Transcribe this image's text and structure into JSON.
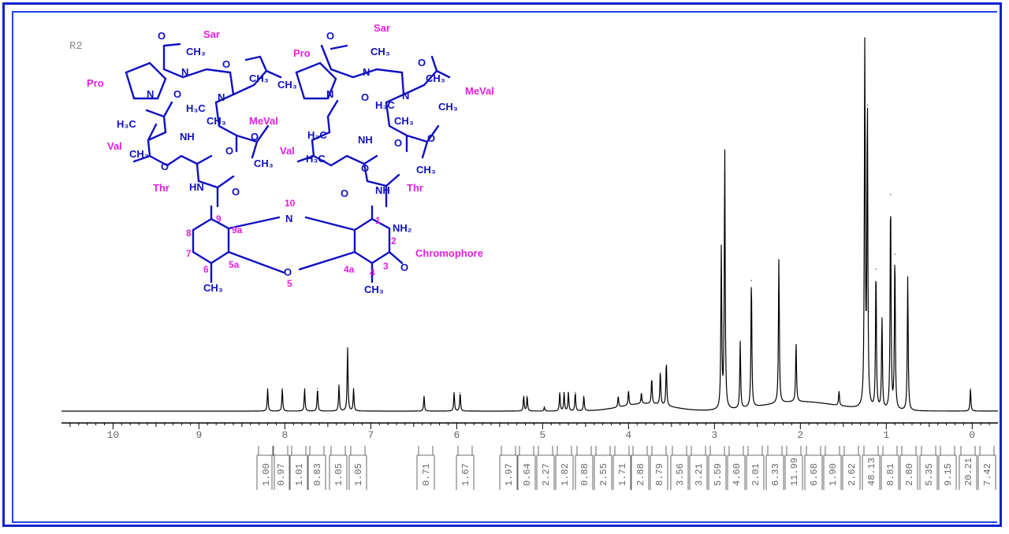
{
  "spectrum_label": "R2",
  "structure": {
    "residues": [
      "Sar",
      "Pro",
      "MeVal",
      "Val",
      "Thr",
      "Sar",
      "Pro",
      "MeVal",
      "Val",
      "Thr"
    ],
    "chromophore_label": "Chromophore",
    "atom_numbers": [
      "10",
      "9",
      "9a",
      "8",
      "7",
      "6",
      "5a",
      "5",
      "4a",
      "4",
      "3",
      "2",
      "1"
    ]
  },
  "chart_data": {
    "type": "line",
    "x_axis": {
      "lim": [
        10.6,
        -0.3
      ],
      "reversed": true,
      "tick_labels": [
        "10",
        "9",
        "8",
        "7",
        "6",
        "5",
        "4",
        "3",
        "2",
        "1",
        "0"
      ],
      "ticks": [
        10,
        9,
        8,
        7,
        6,
        5,
        4,
        3,
        2,
        1,
        0
      ]
    },
    "peaks": [
      {
        "ppm": 8.2,
        "h": 0.06
      },
      {
        "ppm": 8.03,
        "h": 0.06
      },
      {
        "ppm": 7.77,
        "h": 0.06
      },
      {
        "ppm": 7.62,
        "h": 0.06
      },
      {
        "ppm": 7.37,
        "h": 0.07
      },
      {
        "ppm": 7.27,
        "h": 0.17
      },
      {
        "ppm": 7.2,
        "h": 0.06
      },
      {
        "ppm": 6.38,
        "h": 0.04
      },
      {
        "ppm": 6.03,
        "h": 0.05
      },
      {
        "ppm": 5.96,
        "h": 0.05
      },
      {
        "ppm": 5.22,
        "h": 0.04
      },
      {
        "ppm": 5.18,
        "h": 0.04
      },
      {
        "ppm": 4.98,
        "h": 0.01
      },
      {
        "ppm": 4.8,
        "h": 0.05
      },
      {
        "ppm": 4.75,
        "h": 0.05
      },
      {
        "ppm": 4.7,
        "h": 0.05
      },
      {
        "ppm": 4.62,
        "h": 0.05
      },
      {
        "ppm": 4.52,
        "h": 0.04
      },
      {
        "ppm": 4.12,
        "h": 0.03
      },
      {
        "ppm": 4.0,
        "h": 0.04
      },
      {
        "ppm": 3.85,
        "h": 0.03
      },
      {
        "ppm": 3.73,
        "h": 0.07
      },
      {
        "ppm": 3.63,
        "h": 0.09
      },
      {
        "ppm": 3.56,
        "h": 0.12
      },
      {
        "ppm": 2.92,
        "h": 0.43
      },
      {
        "ppm": 2.88,
        "h": 0.7
      },
      {
        "ppm": 2.7,
        "h": 0.18
      },
      {
        "ppm": 2.57,
        "h": 0.35
      },
      {
        "ppm": 2.25,
        "h": 0.39
      },
      {
        "ppm": 2.05,
        "h": 0.16
      },
      {
        "ppm": 1.55,
        "h": 0.04
      },
      {
        "ppm": 1.25,
        "h": 1.0
      },
      {
        "ppm": 1.22,
        "h": 0.82
      },
      {
        "ppm": 1.12,
        "h": 0.38
      },
      {
        "ppm": 1.05,
        "h": 0.25
      },
      {
        "ppm": 0.95,
        "h": 0.58
      },
      {
        "ppm": 0.9,
        "h": 0.42
      },
      {
        "ppm": 0.75,
        "h": 0.36
      },
      {
        "ppm": 0.02,
        "h": 0.06
      }
    ],
    "integrals": [
      "1.00",
      "0.97",
      "1.01",
      "0.83",
      "1.05",
      "1.05",
      "0.71",
      "1.67",
      "1.97",
      "0.64",
      "2.27",
      "1.82",
      "0.88",
      "2.55",
      "1.71",
      "2.88",
      "8.79",
      "3.56",
      "3.21",
      "5.59",
      "4.60",
      "2.01",
      "6.33",
      "11.99",
      "6.68",
      "1.90",
      "2.62",
      "48.13",
      "8.81",
      "2.80",
      "5.35",
      "9.15",
      "20.21",
      "7.42"
    ]
  },
  "colors": {
    "structure": "#1010c0",
    "labels": "#e020e0",
    "border": "#1122cc",
    "trace": "#000000"
  }
}
